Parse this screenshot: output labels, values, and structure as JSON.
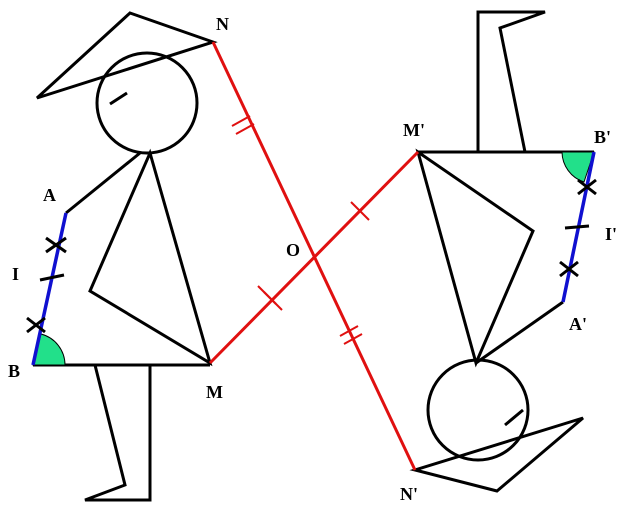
{
  "points": {
    "N": "N",
    "A": "A",
    "I": "I",
    "B": "B",
    "M": "M",
    "O": "O",
    "M_prime": "M'",
    "B_prime": "B'",
    "I_prime": "I'",
    "A_prime": "A'",
    "N_prime": "N'"
  },
  "colors": {
    "figure_lines": "#000000",
    "symmetry_segments": "#e01010",
    "segment_AB": "#1010d0",
    "angle_marks": "#22e08a"
  }
}
